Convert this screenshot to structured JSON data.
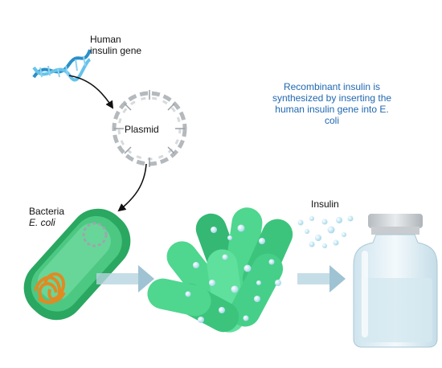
{
  "labels": {
    "gene_line1": "Human",
    "gene_line2": "insulin gene",
    "plasmid": "Plasmid",
    "bacteria_line1": "Bacteria",
    "bacteria_line2": "E. coli",
    "insulin": "Insulin",
    "description": "Recombinant insulin is synthesized by inserting the human insulin gene into E. coli"
  },
  "colors": {
    "dna_blue": "#3aa6d8",
    "plasmid_gray": "#b4b9bd",
    "bacterium_green": "#2fb56a",
    "bacterium_light": "#7be0a8",
    "colony_green": "#4fd68f",
    "insulin_dots": "#bfe6f3",
    "arrow_fill": "#b7d4e0",
    "vial_glass": "#e6f1f6",
    "vial_cap": "#c8ccd0",
    "text_blue": "#1f67b1"
  }
}
